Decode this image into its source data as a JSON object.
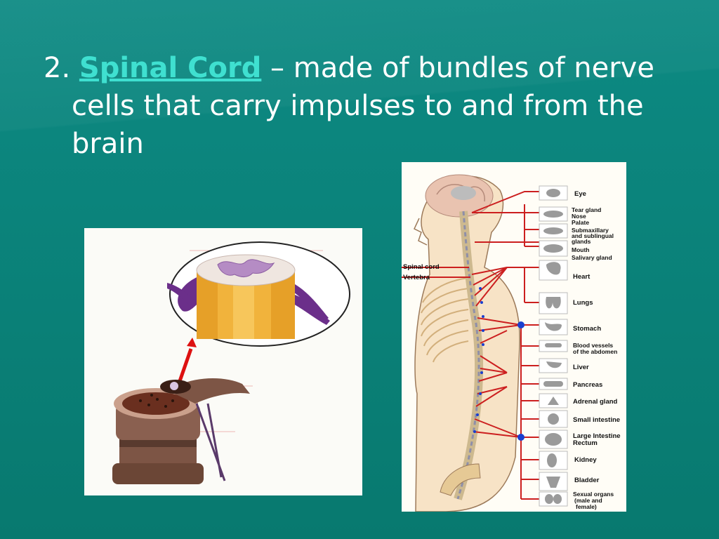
{
  "slide": {
    "number": "2.",
    "term": "Spinal Cord",
    "definition_line1": " – made of bundles of nerve",
    "definition_line2": "cells that carry impulses to and from the",
    "definition_line3": "brain"
  },
  "right_figure": {
    "left_labels": {
      "spinal_cord": "Spinal cord",
      "vertebra": "Vertebra"
    },
    "organs": [
      "Eye",
      "Tear gland",
      "Nose",
      "Palate",
      "Submaxillary",
      "and sublingual",
      "glands",
      "Mouth",
      "Salivary gland",
      "Heart",
      "Lungs",
      "Stomach",
      "Blood vessels",
      "of the abdomen",
      "Liver",
      "Pancreas",
      "Adrenal gland",
      "Small intestine",
      "Large Intestine",
      "Rectum",
      "Kidney",
      "Bladder",
      "Sexual organs",
      "(male and",
      "female)"
    ]
  },
  "colors": {
    "background": "#0a8078",
    "term": "#3fe0d0",
    "nerve_lines": "#cc1f1f",
    "ganglia": "#1a3fcf",
    "spinal_cord_white": "#efe6e0",
    "gray_matter": "#b58cc4",
    "bone": "#6e4a3c"
  }
}
